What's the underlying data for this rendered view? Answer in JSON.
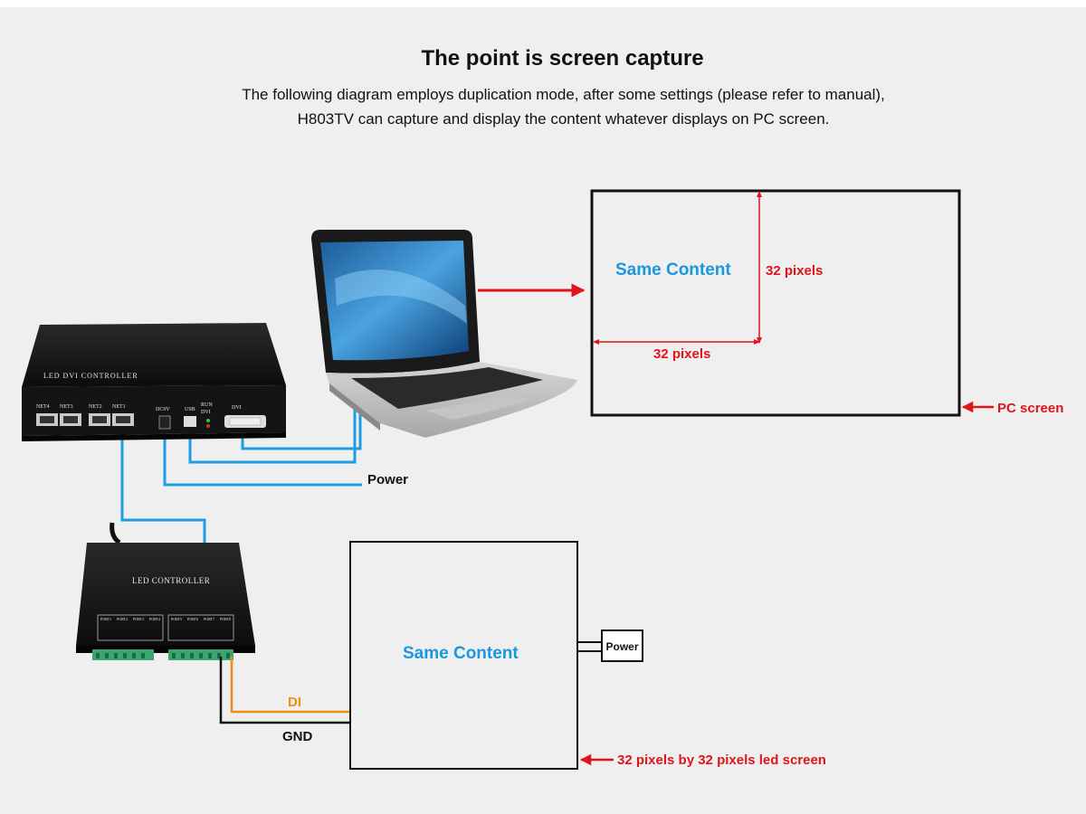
{
  "header": {
    "title": "The point is screen capture",
    "description_line1": "The following diagram employs duplication mode, after some settings (please refer to manual),",
    "description_line2": "H803TV can capture and display the content whatever displays on PC screen."
  },
  "dvi_controller": {
    "label": "LED DVI CONTROLLER",
    "ports": [
      "NET4",
      "NET3",
      "NET2",
      "NET1",
      "DC9V",
      "USB",
      "RUN",
      "DVI",
      "DVI"
    ]
  },
  "led_controller": {
    "label": "LED CONTROLLER",
    "ports": [
      "PORT1",
      "PORT2",
      "PORT3",
      "PORT4",
      "PORT5",
      "PORT6",
      "PORT7",
      "PORT8"
    ]
  },
  "pc_screen": {
    "content_label": "Same Content",
    "height_label": "32 pixels",
    "width_label": "32 pixels",
    "caption": "PC screen"
  },
  "led_screen": {
    "content_label": "Same Content",
    "caption": "32 pixels by 32 pixels led screen",
    "power_label": "Power"
  },
  "wiring": {
    "power_label": "Power",
    "di_label": "DI",
    "gnd_label": "GND"
  },
  "colors": {
    "cable_blue": "#1d9de2",
    "arrow_red": "#e0141b",
    "content_blue": "#1a97de",
    "di_orange": "#ee8f12",
    "background": "#efefef"
  }
}
